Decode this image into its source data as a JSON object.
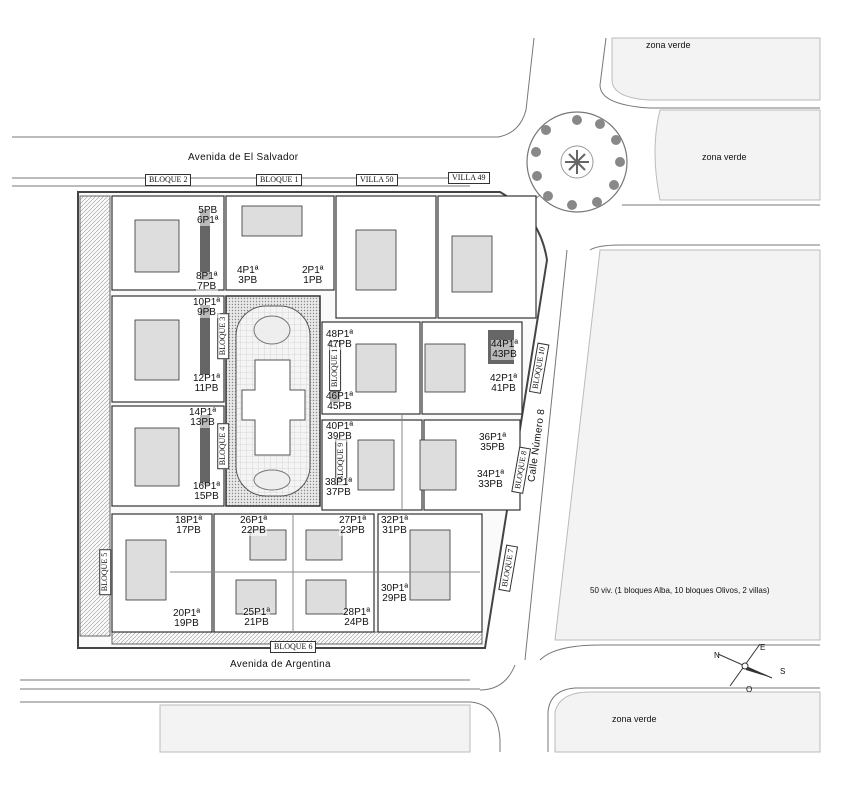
{
  "streets": {
    "salvador": "Avenida  de  El Salvador",
    "argentina": "Avenida  de  Argentina",
    "calle8": "Calle  Número  8"
  },
  "zones": {
    "top": "zona verde",
    "right": "zona verde",
    "bottom": "zona verde"
  },
  "blocks": {
    "b1": "BLOQUE 1",
    "b2": "BLOQUE 2",
    "b3": "BLOQUE 3",
    "b4": "BLOQUE 4",
    "b5": "BLOQUE 5",
    "b6": "BLOQUE 6",
    "b7": "BLOQUE 7",
    "b8": "BLOQUE 8",
    "b9": "BLOQUE 9",
    "b10": "BLOQUE 10",
    "b11": "BLOQUE 11",
    "v50": "VILLA 50",
    "v49": "VILLA 49"
  },
  "units": {
    "u5_6_a": "5PB",
    "u5_6_b": "6P1ª",
    "u8_7_a": "8P1ª",
    "u8_7_b": "7PB",
    "u4_3_a": "4P1ª",
    "u4_3_b": "3PB",
    "u2_1_a": "2P1ª",
    "u2_1_b": "1PB",
    "u10_9_a": "10P1ª",
    "u10_9_b": "9PB",
    "u12_11_a": "12P1ª",
    "u12_11_b": "11PB",
    "u14_13_a": "14P1ª",
    "u14_13_b": "13PB",
    "u16_15_a": "16P1ª",
    "u16_15_b": "15PB",
    "u48_47_a": "48P1ª",
    "u48_47_b": "47PB",
    "u46_45_a": "46P1ª",
    "u46_45_b": "45PB",
    "u44_43_a": "44P1ª",
    "u44_43_b": "43PB",
    "u42_41_a": "42P1ª",
    "u42_41_b": "41PB",
    "u40_39_a": "40P1ª",
    "u40_39_b": "39PB",
    "u38_37_a": "38P1ª",
    "u38_37_b": "37PB",
    "u36_35_a": "36P1ª",
    "u36_35_b": "35PB",
    "u34_33_a": "34P1ª",
    "u34_33_b": "33PB",
    "u18_17_a": "18P1ª",
    "u18_17_b": "17PB",
    "u26_22_a": "26P1ª",
    "u26_22_b": "22PB",
    "u27_23_a": "27P1ª",
    "u27_23_b": "23PB",
    "u32_31_a": "32P1ª",
    "u32_31_b": "31PB",
    "u30_29_a": "30P1ª",
    "u30_29_b": "29PB",
    "u20_19_a": "20P1ª",
    "u20_19_b": "19PB",
    "u25_21_a": "25P1ª",
    "u25_21_b": "21PB",
    "u28_24_a": "28P1ª",
    "u28_24_b": "24PB"
  },
  "legend": "50 viv. (1 bloques Alba, 10 bloques Olivos, 2 villas)",
  "compass": {
    "n": "N",
    "e": "E",
    "s": "S",
    "o": "O"
  }
}
